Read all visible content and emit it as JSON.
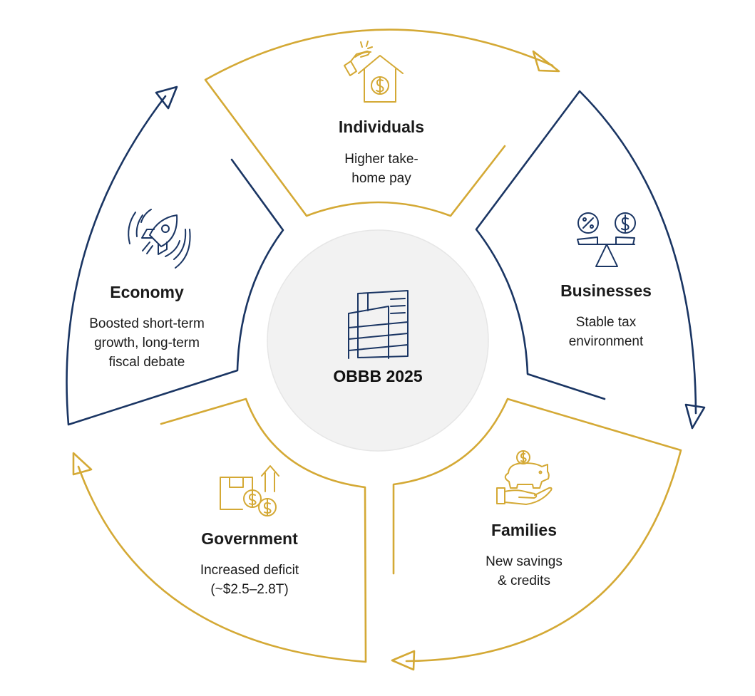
{
  "center": {
    "label": "OBBB 2025",
    "icon": "office-building-icon"
  },
  "segments": {
    "individuals": {
      "title": "Individuals",
      "desc_line1": "Higher take-",
      "desc_line2": "home pay",
      "icon": "house-dollar-icon",
      "color": "#d4a935"
    },
    "businesses": {
      "title": "Businesses",
      "desc_line1": "Stable tax",
      "desc_line2": "environment",
      "icon": "balance-scale-icon",
      "color": "#1a3563"
    },
    "families": {
      "title": "Families",
      "desc_line1": "New savings",
      "desc_line2": "& credits",
      "icon": "piggy-bank-hand-icon",
      "color": "#d4a935"
    },
    "government": {
      "title": "Government",
      "desc_line1": "Increased deficit",
      "desc_line2": "(~$2.5–2.8T)",
      "icon": "budget-box-coins-icon",
      "color": "#d4a935"
    },
    "economy": {
      "title": "Economy",
      "desc_line1": "Boosted short-term",
      "desc_line2": "growth, long-term",
      "desc_line3": "fiscal debate",
      "icon": "rocket-icon",
      "color": "#1a3563"
    }
  },
  "colors": {
    "navy": "#1a3563",
    "gold": "#d4a935",
    "center_fill": "#f2f2f2"
  }
}
